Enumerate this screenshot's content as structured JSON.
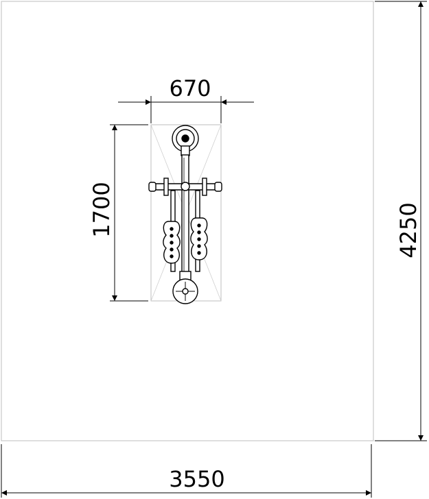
{
  "drawing": {
    "dimensions": {
      "equipment_width": "670",
      "equipment_length": "1700",
      "area_width": "3550",
      "area_length": "4250"
    }
  }
}
